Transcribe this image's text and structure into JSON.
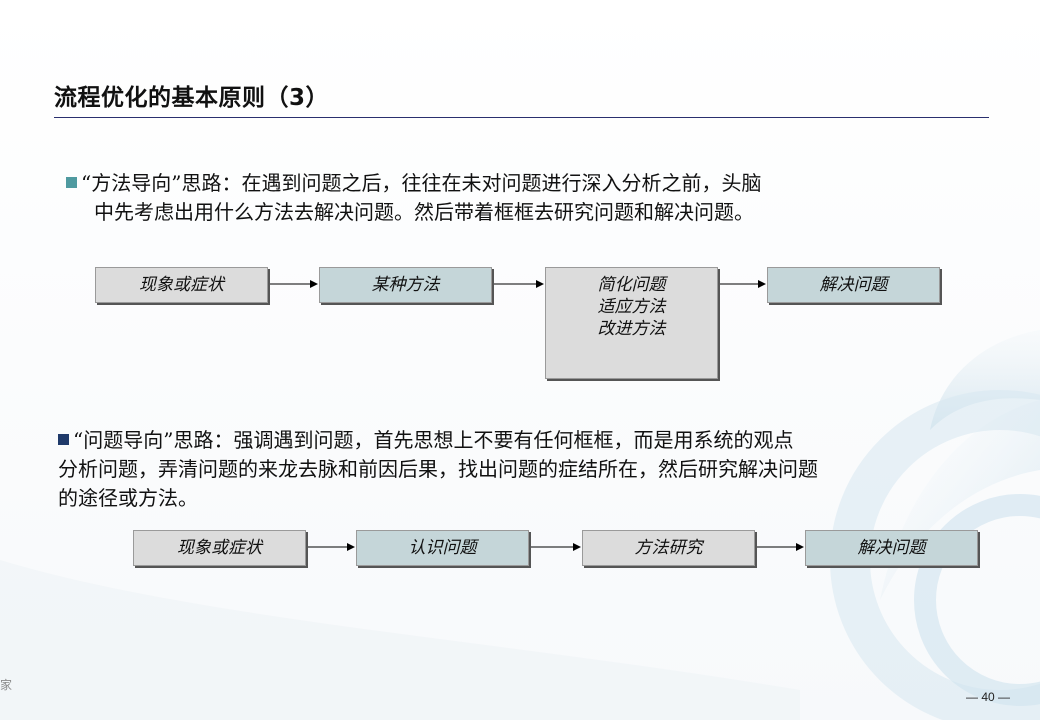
{
  "title": "流程优化的基本原则（3）",
  "colors": {
    "title_rule": "#2a2f6e",
    "bullet1": "#4f9aa0",
    "bullet2": "#1f3a6a",
    "box_gray": "#dcdcdc",
    "box_teal": "#c5d6d9"
  },
  "section1": {
    "bullet_icon": "square-bullet-teal",
    "line1": "“方法导向”思路：在遇到问题之后，往往在未对问题进行深入分析之前，头脑",
    "line2": "中先考虑出用什么方法去解决问题。然后带着框框去研究问题和解决问题。",
    "flow": {
      "box1": "现象或症状",
      "box2": "某种方法",
      "box3_lines": [
        "简化问题",
        "适应方法",
        "改进方法"
      ],
      "box4": "解决问题"
    }
  },
  "section2": {
    "bullet_icon": "square-bullet-navy",
    "line1": "“问题导向”思路：强调遇到问题，首先思想上不要有任何框框，而是用系统的观点",
    "line2": "分析问题，弄清问题的来龙去脉和前因后果，找出问题的症结所在，然后研究解决问题",
    "line3": "的途径或方法。",
    "flow": {
      "box1": "现象或症状",
      "box2": "认识问题",
      "box3": "方法研究",
      "box4": "解决问题"
    }
  },
  "footer": {
    "page_number": "— 40 —",
    "side_char": "家"
  }
}
